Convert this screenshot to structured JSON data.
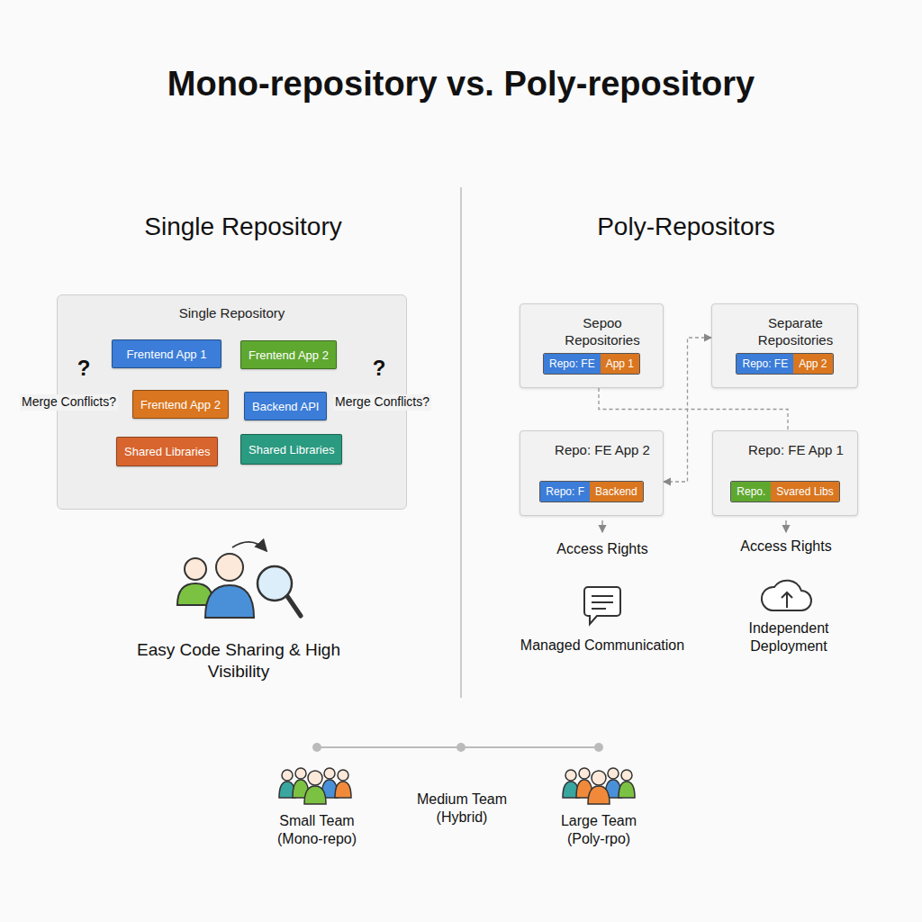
{
  "diagram": {
    "title": "Mono-repository vs. Poly-repository",
    "nodes": [
      {
        "text": [
          "Single Repository"
        ]
      },
      {
        "text": [
          "Frentend App 1"
        ],
        "in": 0
      },
      {
        "text": [
          "Frentend App 2"
        ],
        "in": 0
      },
      {
        "text": [
          "Frentend App 2"
        ],
        "in": 0
      },
      {
        "text": [
          "Backend API"
        ],
        "in": 0
      },
      {
        "text": [
          "Shared Libraries"
        ],
        "in": 0
      },
      {
        "text": [
          "Shared Libraries"
        ],
        "in": 0
      },
      {
        "text": [
          "Sepoo Repositories"
        ]
      },
      {
        "text": [
          "Repo: FE",
          "App 1"
        ],
        "in": 7
      },
      {
        "text": [
          "Separate Repositories"
        ]
      },
      {
        "text": [
          "Repo: FE",
          "App 2"
        ],
        "in": 9
      },
      {
        "text": [
          "Repo: FE App 2"
        ]
      },
      {
        "text": [
          "Repo: F",
          "Backend"
        ],
        "in": 11
      },
      {
        "text": [
          "Repo: FE App 1"
        ]
      },
      {
        "text": [
          "Repo.",
          "Svared Libs"
        ],
        "in": 13
      }
    ],
    "edges": [
      {
        "from": 1,
        "to": 4,
        "arrow": "none"
      },
      {
        "from": 2,
        "to": 3,
        "arrow": "none"
      },
      {
        "from": 9,
        "to": 11,
        "arrow": "both"
      },
      {
        "from": 7,
        "to": 13,
        "arrow": "none"
      }
    ],
    "labels": [
      "Single Repository",
      "Poly-Repositors",
      "?",
      "?",
      "Merge Conflicts?",
      "Merge Conflicts?",
      "Easy Code Sharing & High Visibility",
      "Access Rights",
      "Access Rights",
      "Managed Communication",
      "Independent Deployment",
      "Small Team (Mono-repo)",
      "Medium Team (Hybrid)",
      "Large Team (Poly-rpo)"
    ]
  }
}
